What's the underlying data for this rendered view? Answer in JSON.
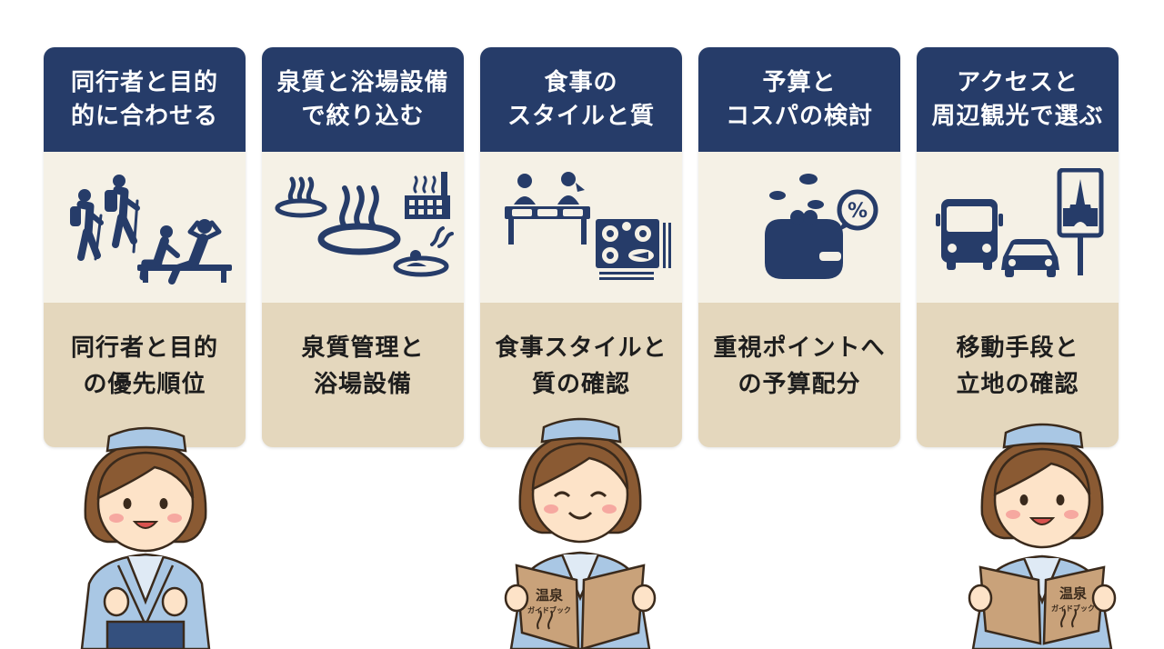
{
  "colors": {
    "header_navy": "#263c69",
    "icon_panel": "#f5f1e6",
    "footer_beige": "#e4d7bd",
    "icon_fill": "#263c69",
    "yukata_blue": "#a9c7e4"
  },
  "cards": [
    {
      "title": "同行者と目的\n的に合わせる",
      "icon": "hikers-and-relaxing-people-icon",
      "summary": "同行者と目的\nの優先順位"
    },
    {
      "title": "泉質と浴場設備\nで絞り込む",
      "icon": "hot-spring-bath-icon",
      "summary": "泉質管理と\n浴場設備"
    },
    {
      "title": "食事の\nスタイルと質",
      "icon": "dining-meal-icon",
      "summary": "食事スタイルと\n質の確認"
    },
    {
      "title": "予算と\nコスパの検討",
      "icon": "wallet-coins-percent-icon",
      "summary": "重視ポイントへ\nの予算配分"
    },
    {
      "title": "アクセスと\n周辺観光で選ぶ",
      "icon": "bus-car-landmark-icon",
      "summary": "移動手段と\n立地の確認"
    }
  ],
  "guidebook": {
    "title": "温泉",
    "subtitle": "ガイドブック"
  }
}
